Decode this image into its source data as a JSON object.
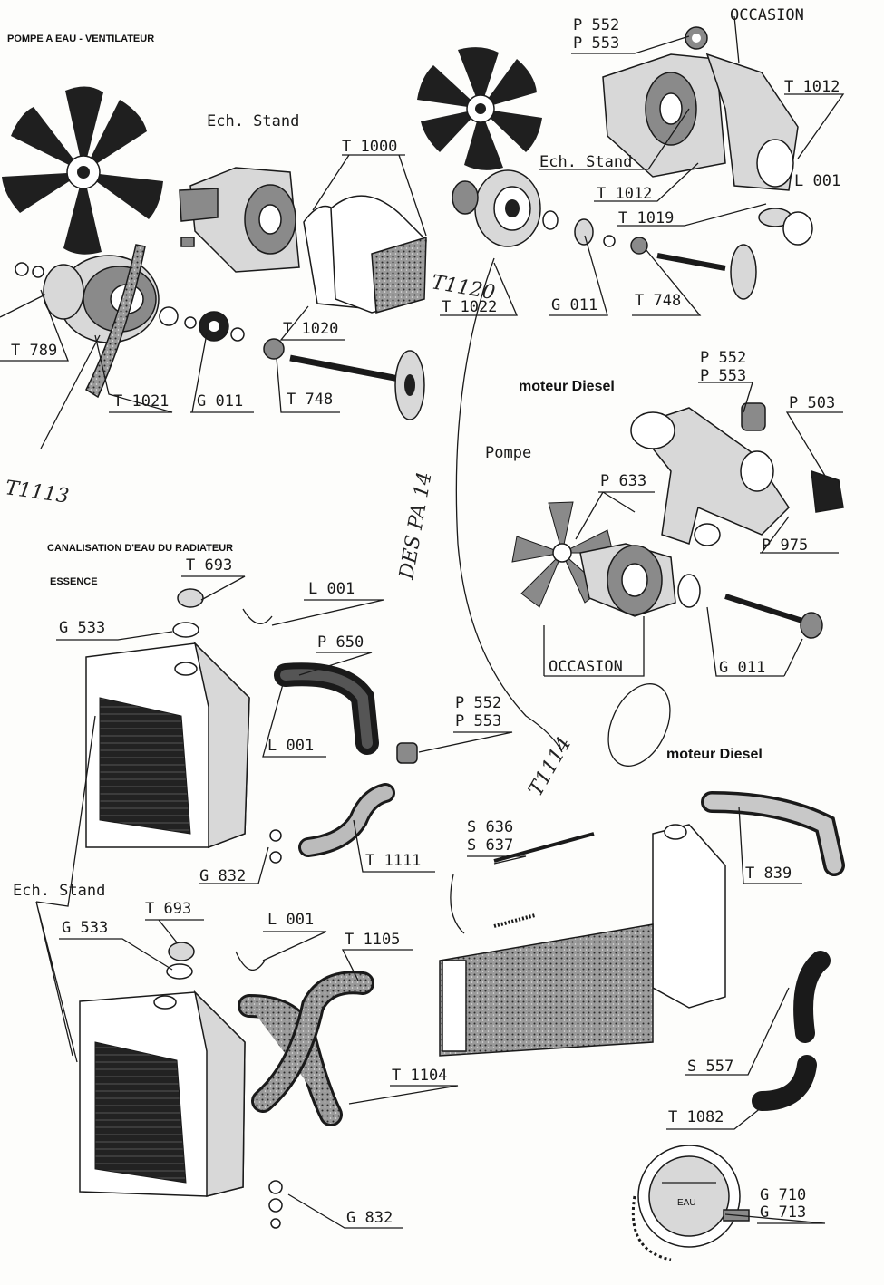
{
  "headings": {
    "pump_fan": "POMPE A EAU - VENTILATEUR",
    "radiator_pipes": "CANALISATION D'EAU DU RADIATEUR",
    "essence": "ESSENCE",
    "diesel_top": "moteur Diesel",
    "diesel_bottom": "moteur Diesel"
  },
  "text_labels": {
    "ech_stand_1": "Ech. Stand",
    "ech_stand_2": "Ech. Stand",
    "ech_stand_3": "Ech. Stand",
    "occasion_top": "OCCASION",
    "pompe": "Pompe"
  },
  "part_codes": {
    "p552_a": "P 552",
    "p553_a": "P 553",
    "t1012_a": "T 1012",
    "t1012_b": "T 1012",
    "l001_a": "L 001",
    "t1000": "T 1000",
    "t1019": "T 1019",
    "t1022": "T 1022",
    "g011_a": "G 011",
    "g011_b": "G 011",
    "g011_c": "G 011",
    "t748_a": "T 748",
    "t748_b": "T 748",
    "t1020": "T 1020",
    "t789": "T 789",
    "t1021": "T 1021",
    "p552_b": "P 552",
    "p553_b": "P 553",
    "p503": "P 503",
    "p633": "P 633",
    "p975": "P 975",
    "occasion_box": "OCCASION",
    "t693_a": "T 693",
    "l001_b": "L 001",
    "g533_a": "G 533",
    "p650": "P 650",
    "l001_c": "L 001",
    "p552_c": "P 552",
    "p553_c": "P 553",
    "t1111": "T 1111",
    "g832_a": "G 832",
    "s636": "S 636",
    "s637": "S 637",
    "t839": "T 839",
    "t693_b": "T 693",
    "l001_d": "L 001",
    "t1105": "T 1105",
    "g533_b": "G 533",
    "t1104": "T 1104",
    "s557": "S 557",
    "t1082": "T 1082",
    "g710": "G 710",
    "g713": "G 713",
    "g832_b": "G 832"
  },
  "handwritten": {
    "t1113": "T1113",
    "t1120": "T1120",
    "t1114": "T1114",
    "vertical": "DES PA 14"
  },
  "gauge": {
    "label": "EAU"
  }
}
